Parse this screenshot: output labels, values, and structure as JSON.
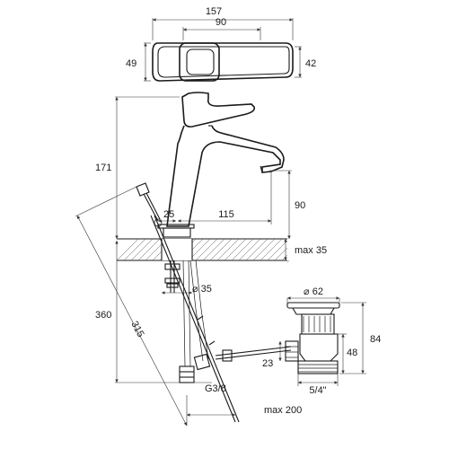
{
  "dimensions": {
    "top_width": "157",
    "top_inner": "90",
    "top_left_depth": "49",
    "top_right_depth": "42",
    "total_height": "171",
    "spout_height": "90",
    "spout_offset": "25",
    "spout_reach": "115",
    "max_counter": "max 35",
    "hole_dia": "⌀ 35",
    "hose_length": "360",
    "rod_length": "315",
    "drain_dia": "⌀ 62",
    "drain_height_total": "84",
    "drain_body": "48",
    "drain_offset": "23",
    "drain_thread": "5/4\"",
    "hose_thread": "G3/8",
    "max_rod_reach": "max 200"
  },
  "colors": {
    "line": "#1a1a1a",
    "background": "#ffffff"
  }
}
